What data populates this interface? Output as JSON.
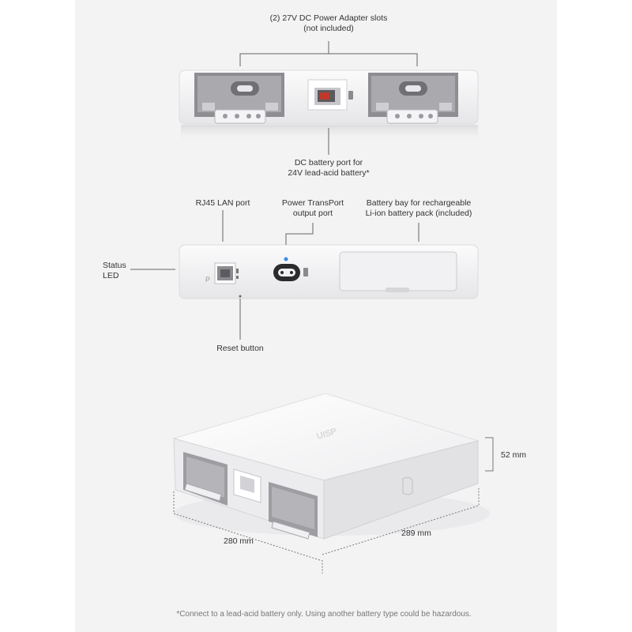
{
  "labels": {
    "adapter_slots": {
      "line1": "(2) 27V DC Power Adapter slots",
      "line2": "(not included)"
    },
    "dc_battery_port": {
      "line1": "DC battery port for",
      "line2": "24V lead-acid battery*"
    },
    "rj45_port": {
      "line1": "RJ45 LAN port"
    },
    "transport_port": {
      "line1": "Power TransPort",
      "line2": "output port"
    },
    "battery_bay": {
      "line1": "Battery bay for rechargeable",
      "line2": "Li-ion battery pack (included)"
    },
    "status_led": {
      "line1": "Status",
      "line2": "LED"
    },
    "reset_button": {
      "line1": "Reset button"
    },
    "height_dim": "52 mm",
    "depth_dim": "280 mm",
    "width_dim": "289 mm"
  },
  "device": {
    "logo_text": "UISP",
    "port_letter": "P"
  },
  "footnote": "*Connect to a lead-acid battery only. Using another battery type could be hazardous.",
  "colors": {
    "panel_bg": "#f3f3f4",
    "device_body": "#f7f7f8",
    "accent_led": "#3a8ee6",
    "battery_connector": "#c0392b"
  }
}
